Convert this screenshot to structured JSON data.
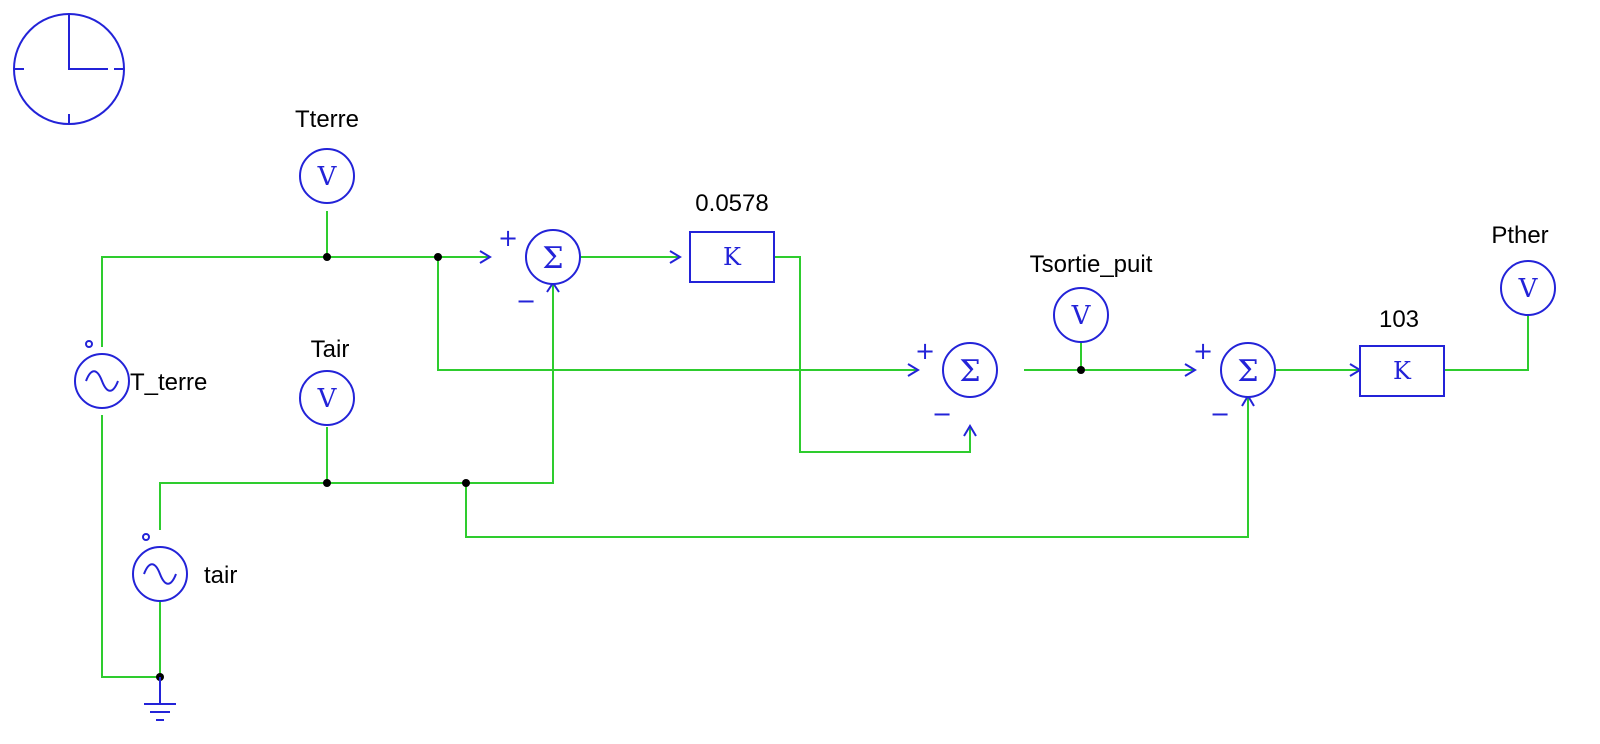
{
  "colors": {
    "wire": "#2ecc2e",
    "component": "#2323d8",
    "junction": "#000000",
    "background": "#ffffff",
    "label": "#000000"
  },
  "icons": [
    "clock-icon",
    "voltmeter-icon",
    "ac-source-icon",
    "summer-icon",
    "gain-icon",
    "ground-icon"
  ],
  "probes": {
    "tterre": {
      "label": "Tterre",
      "symbol": "V"
    },
    "tair": {
      "label": "Tair",
      "symbol": "V"
    },
    "tsortie": {
      "label": "Tsortie_puit",
      "symbol": "V"
    },
    "pther": {
      "label": "Pther",
      "symbol": "V"
    }
  },
  "sources": {
    "t_terre": {
      "label": "T_terre"
    },
    "tair": {
      "label": "tair"
    }
  },
  "gains": {
    "gain1": {
      "value": "0.0578",
      "symbol": "K"
    },
    "gain2": {
      "value": "103",
      "symbol": "K"
    }
  },
  "summers": {
    "symbol": "Σ",
    "plus": "+",
    "minus": "−"
  }
}
